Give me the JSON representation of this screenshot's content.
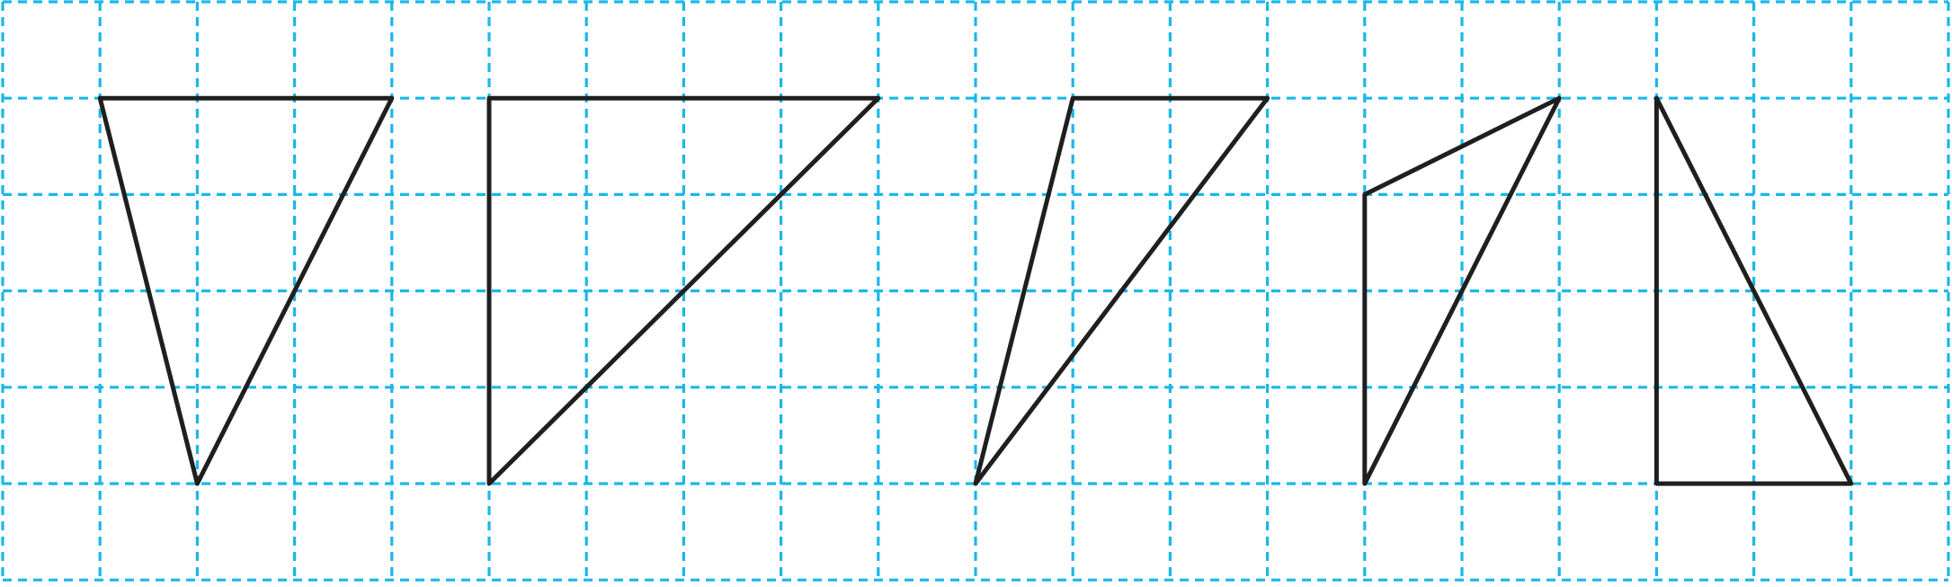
{
  "grid": {
    "columns": 20,
    "rows": 6,
    "line_color": "#1ab7ea",
    "line_style": "dashed"
  },
  "shape_style": {
    "stroke_color": "#1f1f1f",
    "fill": "none"
  },
  "shapes": [
    {
      "id": "triangle-1",
      "kind": "triangle",
      "vertices": [
        [
          1,
          1
        ],
        [
          4,
          1
        ],
        [
          2,
          5
        ]
      ]
    },
    {
      "id": "triangle-2",
      "kind": "triangle",
      "vertices": [
        [
          5,
          1
        ],
        [
          9,
          1
        ],
        [
          5,
          5
        ]
      ]
    },
    {
      "id": "triangle-3",
      "kind": "triangle",
      "vertices": [
        [
          11,
          1
        ],
        [
          13,
          1
        ],
        [
          10,
          5
        ]
      ]
    },
    {
      "id": "triangle-4",
      "kind": "triangle",
      "vertices": [
        [
          14,
          2
        ],
        [
          16,
          1
        ],
        [
          14,
          5
        ]
      ]
    },
    {
      "id": "triangle-5",
      "kind": "triangle",
      "vertices": [
        [
          17,
          1
        ],
        [
          17,
          5
        ],
        [
          19,
          5
        ]
      ]
    }
  ]
}
